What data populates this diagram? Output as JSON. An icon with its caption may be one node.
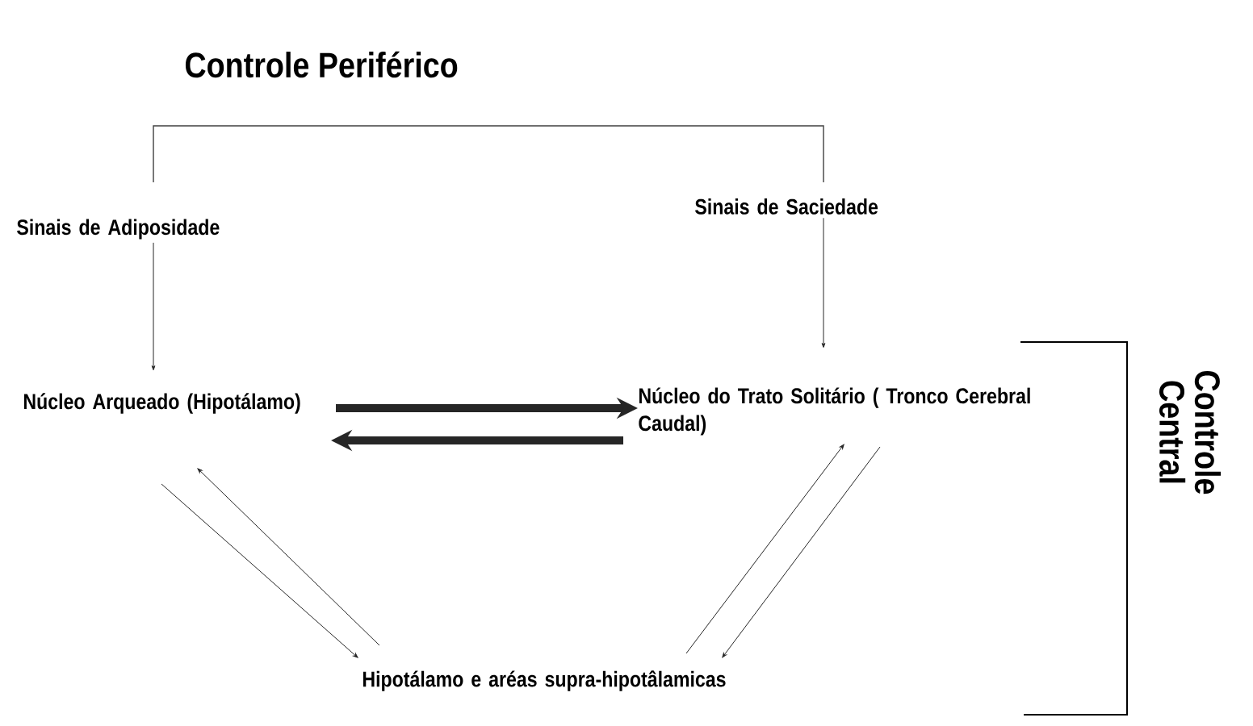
{
  "diagram": {
    "title": "Controle Periférico",
    "nodes": [
      {
        "text": [
          "Sinais de Adiposidade"
        ]
      },
      {
        "text": [
          "Sinais de Saciedade"
        ]
      },
      {
        "text": [
          "Núcleo Arqueado (Hipotálamo)"
        ]
      },
      {
        "text": [
          "Núcleo do Trato Solitário ( Tronco Cerebral Caudal)"
        ]
      },
      {
        "text": [
          "Hipotálamo e aréas supra-hipotâlamicas"
        ]
      }
    ],
    "edges": [
      {
        "from": 0,
        "to": 2,
        "arrow": "to"
      },
      {
        "from": 1,
        "to": 3,
        "arrow": "to"
      },
      {
        "from": 2,
        "to": 3,
        "arrow": "to",
        "style": "thick"
      },
      {
        "from": 3,
        "to": 2,
        "arrow": "to",
        "style": "thick"
      },
      {
        "from": 2,
        "to": 4,
        "arrow": "to"
      },
      {
        "from": 4,
        "to": 2,
        "arrow": "to"
      },
      {
        "from": 4,
        "to": 3,
        "arrow": "to"
      },
      {
        "from": 3,
        "to": 4,
        "arrow": "to"
      }
    ],
    "labels": [
      "Controle Central"
    ]
  }
}
